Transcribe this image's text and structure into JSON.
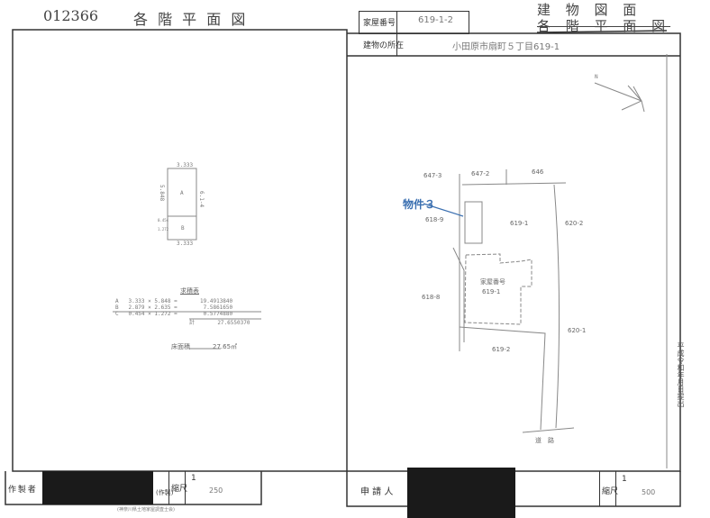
{
  "header": {
    "doc_number": "012366",
    "title": "各 階 平 面 図",
    "title_right_top": "建 物 図 面",
    "title_right_struck": "各 階 平 面 図"
  },
  "info": {
    "house_no_label": "家屋番号",
    "house_no": "619-1-2",
    "location_label": "建物の所在",
    "location": "小田原市扇町５丁目619-1"
  },
  "floor_plan": {
    "dim_top": "3.333",
    "dim_bottom": "3.333",
    "dim_left": "5.848",
    "dim_right": "6.1-4",
    "room_a": "A",
    "room_b": "B",
    "dim_b1": "0.454",
    "dim_b2": "1.272"
  },
  "area_table": {
    "title": "求積表",
    "rows": [
      {
        "id": "A",
        "a": "3.333",
        "op": "×",
        "b": "5.848",
        "eq": "=",
        "v": "19.4913840"
      },
      {
        "id": "B",
        "a": "2.879",
        "op": "×",
        "b": "2.635",
        "eq": "=",
        "v": "7.5861650"
      },
      {
        "id": "C",
        "a": "0.454",
        "op": "×",
        "b": "1.272",
        "eq": "=",
        "v": "0.5774880"
      }
    ],
    "total_label": "計",
    "total": "27.6550370",
    "floor_area_label": "床面積",
    "floor_area": "27.65㎡"
  },
  "site_map": {
    "lots": [
      "647-3",
      "647-2",
      "646",
      "618-9",
      "619-1",
      "620-2",
      "618-8",
      "620-1",
      "619-2"
    ],
    "building_label": "家屋番号",
    "building_no": "619-1",
    "road": "道　路",
    "annotation": "物件３",
    "north": "N"
  },
  "footer": {
    "maker_label": "作 製 者",
    "maker_suffix": "(作製)",
    "scale_label": "縮尺",
    "scale_left": "250",
    "scale_right": "500",
    "applicant_label": "申 請 人",
    "one": "1",
    "maker_sub": "(神奈川県土地家屋調査士会)"
  },
  "side_stamp": "平成令和年月日提出"
}
